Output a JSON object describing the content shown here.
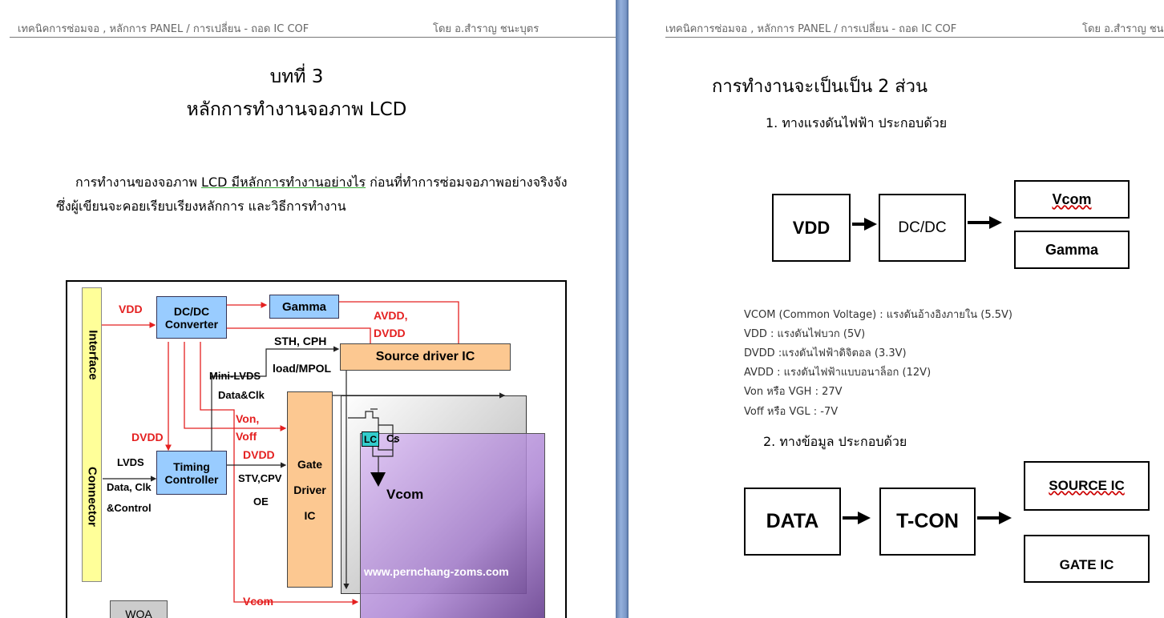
{
  "left_page": {
    "header_left": "เทคนิคการซ่อมจอ , หลักการ PANEL / การเปลี่ยน - ถอด IC COF",
    "header_right": "โดย อ.สำราญ   ชนะบุตร",
    "chapter": "บทที่ 3",
    "title": "หลักการทำงานจอภาพ LCD",
    "para_line1_a": "การทำงานของจอภาพ ",
    "para_line1_b": "LCD  มีหลักการทำงานอย่างไร",
    "para_line1_c": " ก่อนที่ทำการซ่อมจอภาพอย่างจริงจัง",
    "para_line2": "ซึ่งผู้เขียนจะคอยเรียบเรียงหลักการ และวิธีการทำงาน",
    "diagram": {
      "interface": "Interface",
      "connector": "Connector",
      "vdd": "VDD",
      "dcdc": "DC/DC Converter",
      "gamma": "Gamma",
      "avdd": "AVDD,",
      "dvdd_top": "DVDD",
      "sth": "STH, CPH",
      "load": "load/MPOL",
      "source": "Source driver IC",
      "minilvds": "Mini-LVDS",
      "dataclk": "Data&Clk",
      "von": "Von,",
      "voff": "Voff",
      "dvdd_left": "DVDD",
      "dvdd_mid": "DVDD",
      "lvds": "LVDS",
      "data_clk": "Data, Clk",
      "control": "&Control",
      "timing": "Timing Controller",
      "stv": "STV,CPV",
      "oe": "OE",
      "gate": "Gate Driver IC",
      "lc": "LC",
      "cs": "Cs",
      "vcom_panel": "Vcom",
      "website": "www.pernchang-zoms.com",
      "vcom_bottom": "Vcom",
      "woa": "WOA"
    }
  },
  "right_page": {
    "header_left": "เทคนิคการซ่อมจอ , หลักการ PANEL / การเปลี่ยน - ถอด IC COF",
    "header_right": "โดย อ.สำราญ   ชนะบุตร",
    "title": "การทำงานจะเป็นเป็น 2 ส่วน",
    "section1": "1. ทางแรงดันไฟฟ้า  ประกอบด้วย",
    "power_boxes": {
      "vdd": "VDD",
      "dcdc": "DC/DC",
      "vcom": "Vcom",
      "gamma": "Gamma"
    },
    "voltages": [
      "VCOM (Common Voltage) : แรงดันอ้างอิงภายใน (5.5V)",
      "VDD : แรงดันไฟบวก (5V)",
      "DVDD :แรงดันไฟฟ้าดิจิตอล (3.3V)",
      "AVDD : แรงดันไฟฟ้าแบบอนาล็อก (12V)",
      "Von หรือ VGH : 27V",
      "Voff หรือ VGL : -7V"
    ],
    "section2": "2. ทางข้อมูล  ประกอบด้วย",
    "data_boxes": {
      "data": "DATA",
      "tcon": "T-CON",
      "source": "SOURCE  IC",
      "gate": "GATE  IC"
    }
  },
  "colors": {
    "signal_red": "#e42020",
    "box_blue": "#99ccff",
    "box_orange": "#fcc891",
    "interface_yellow": "#ffff99",
    "lc_cyan": "#33cccc"
  }
}
